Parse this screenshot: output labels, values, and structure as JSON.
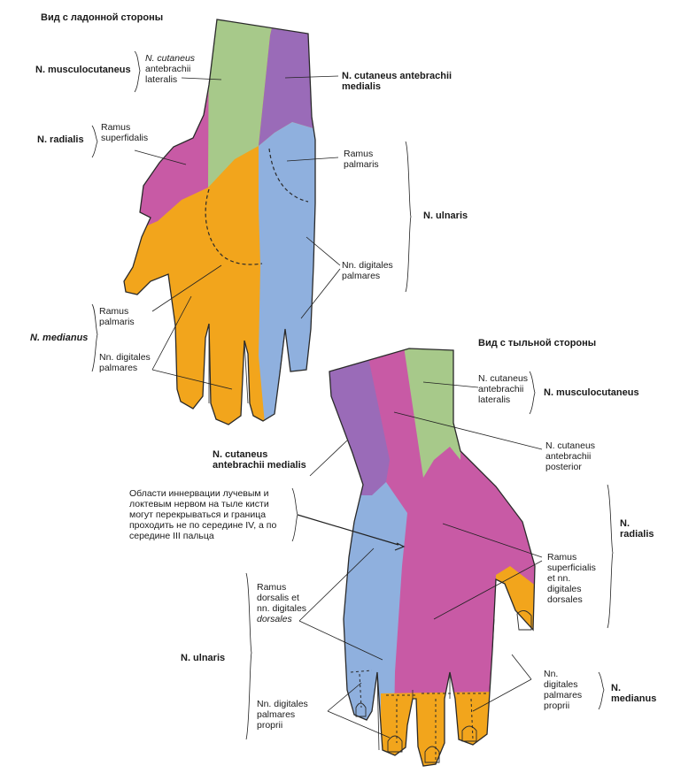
{
  "titles": {
    "palmar": "Вид с ладонной стороны",
    "dorsal": "Вид с тыльной стороны"
  },
  "colors": {
    "musculocutaneus": "#a7c98a",
    "cutaneus_medialis": "#9a6bb8",
    "radialis": "#c85aa5",
    "medianus": "#f2a51c",
    "ulnaris": "#8fb0de",
    "outline": "#2a2a2a"
  },
  "palmar": {
    "musculocutaneus": "N. musculocutaneus",
    "cut_lat_1": "N. cutaneus",
    "cut_lat_2": "antebrachii",
    "cut_lat_3": "lateralis",
    "cut_med_1": "N. cutaneus antebrachii",
    "cut_med_2": "medialis",
    "radialis": "N. radialis",
    "ramus_sup_1": "Ramus",
    "ramus_sup_2": "superfidalis",
    "ramus_palm_u_1": "Ramus",
    "ramus_palm_u_2": "palmaris",
    "ulnaris": "N. ulnaris",
    "dig_u_1": "Nn. digitales",
    "dig_u_2": "palmares",
    "ramus_palm_m_1": "Ramus",
    "ramus_palm_m_2": "palmaris",
    "medianus": "N. medianus",
    "dig_m_1": "Nn. digitales",
    "dig_m_2": "palmares"
  },
  "dorsal": {
    "cut_lat_1": "N. cutaneus",
    "cut_lat_2": "antebrachii",
    "cut_lat_3": "lateralis",
    "musculocutaneus": "N. musculocutaneus",
    "cut_med_1": "N. cutaneus",
    "cut_med_2": "antebrachii medialis",
    "cut_post_1": "N. cutaneus",
    "cut_post_2": "antebrachii",
    "cut_post_3": "posterior",
    "note_1": "Области иннервации лучевым и",
    "note_2": "локтевым нервом на тыле кисти",
    "note_3": "могут перекрываться и граница",
    "note_4": "проходить не по середине IV, а по",
    "note_5": "середине III пальца",
    "radialis_1": "N.",
    "radialis_2": "radialis",
    "rsup_1": "Ramus",
    "rsup_2": "superficialis",
    "rsup_3": "et nn.",
    "rsup_4": "digitales",
    "rsup_5": "dorsales",
    "rdors_1": "Ramus",
    "rdors_2": "dorsalis et",
    "rdors_3": "nn. digitales",
    "rdors_4": "dorsales",
    "ulnaris": "N. ulnaris",
    "dpp_l_1": "Nn. digitales",
    "dpp_l_2": "palmares",
    "dpp_l_3": "proprii",
    "dpp_r_1": "Nn.",
    "dpp_r_2": "digitales",
    "dpp_r_3": "palmares",
    "dpp_r_4": "proprii",
    "medianus_1": "N.",
    "medianus_2": "medianus"
  }
}
